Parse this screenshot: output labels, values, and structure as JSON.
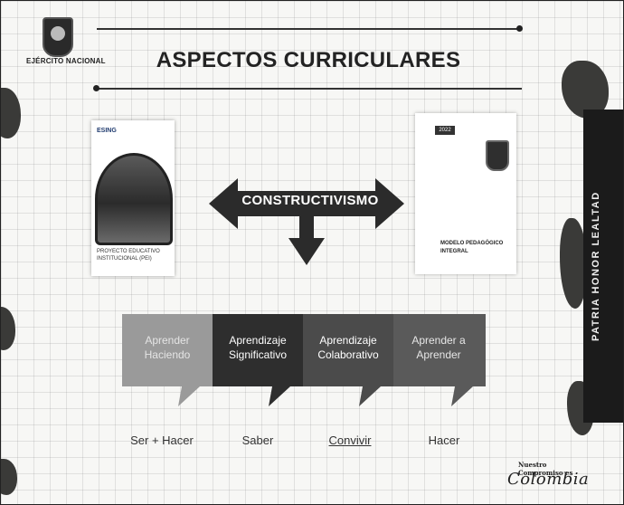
{
  "org": {
    "name": "EJÉRCITO NACIONAL"
  },
  "title": "ASPECTOS CURRICULARES",
  "sidebar": {
    "motto": "PATRIA HONOR LEALTAD"
  },
  "documents": {
    "left": {
      "logo_text": "ESING",
      "caption_line1": "PROYECTO EDUCATIVO",
      "caption_line2": "INSTITUCIONAL (PEI)"
    },
    "right": {
      "year": "2022",
      "caption_line1": "MODELO PEDAGÓGICO",
      "caption_line2": "INTEGRAL"
    }
  },
  "central_concept": "CONSTRUCTIVISMO",
  "pillars": [
    {
      "title": "Aprender Haciendo",
      "caption": "Ser + Hacer",
      "color": "#9a9a9a"
    },
    {
      "title": "Aprendizaje Significativo",
      "caption": "Saber",
      "color": "#2e2e2e"
    },
    {
      "title": "Aprendizaje Colaborativo",
      "caption": "Convivir",
      "color": "#4b4b4b"
    },
    {
      "title": "Aprender a Aprender",
      "caption": "Hacer",
      "color": "#5a5a5a"
    }
  ],
  "branding": {
    "line1": "Nuestro Compromiso es",
    "line2": "Colombia"
  }
}
